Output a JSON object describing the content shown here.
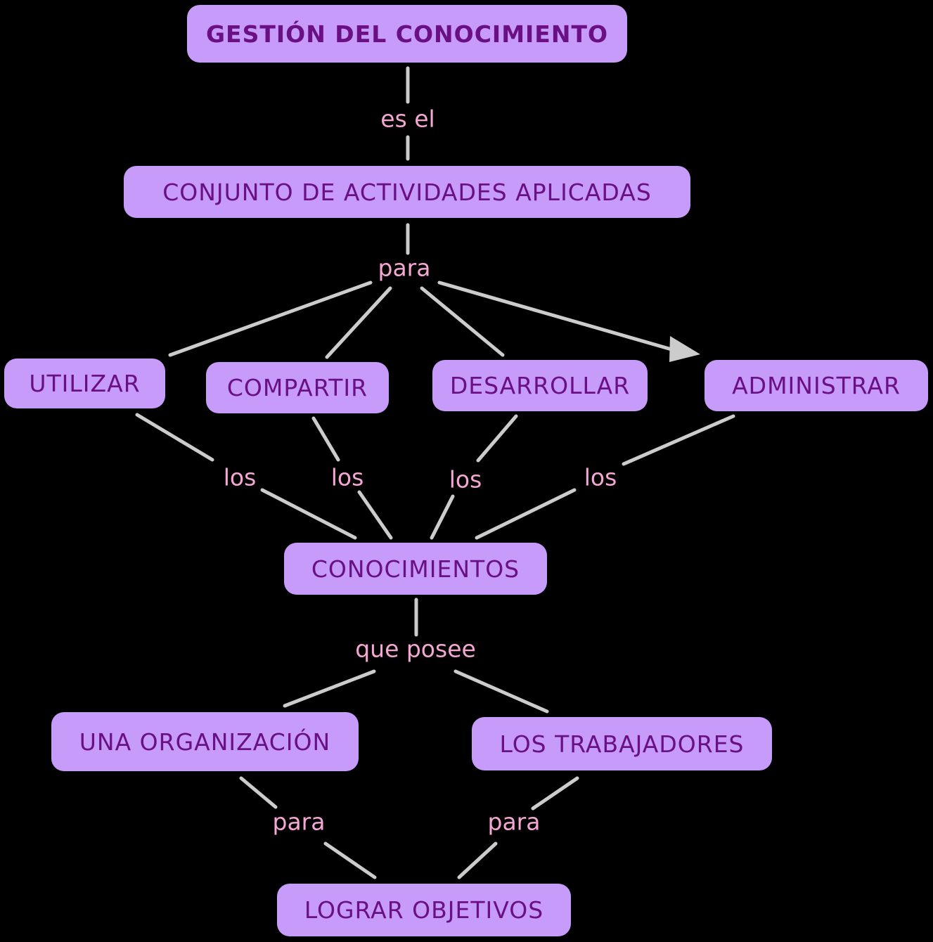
{
  "colors": {
    "background": "#000000",
    "node_fill": "#c79bfa",
    "node_text": "#6a0f84",
    "link_text": "#f4a7d2",
    "connector": "#cccccc"
  },
  "nodes": {
    "gestion": "GESTIÓN DEL CONOCIMIENTO",
    "conjunto": "CONJUNTO DE ACTIVIDADES APLICADAS",
    "utilizar": "UTILIZAR",
    "compartir": "COMPARTIR",
    "desarrollar": "DESARROLLAR",
    "administrar": "ADMINISTRAR",
    "conocimientos": "CONOCIMIENTOS",
    "organizacion": "UNA ORGANIZACIÓN",
    "trabajadores": "LOS TRABAJADORES",
    "lograr": "LOGRAR OBJETIVOS"
  },
  "links": {
    "es_el": "es el",
    "para_1": "para",
    "los_1": "los",
    "los_2": "los",
    "los_3": "los",
    "los_4": "los",
    "que_posee": "que posee",
    "para_2": "para",
    "para_3": "para"
  }
}
